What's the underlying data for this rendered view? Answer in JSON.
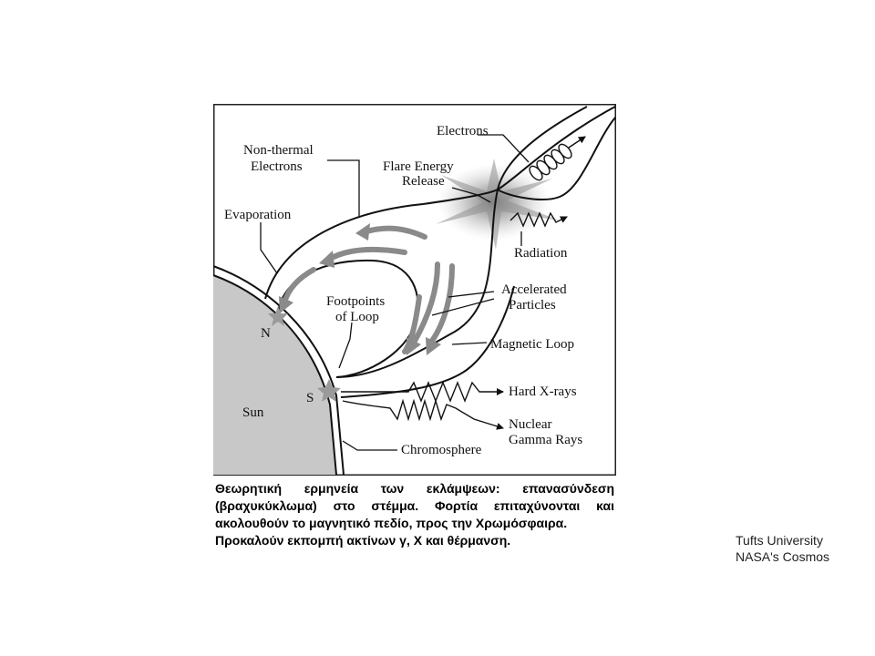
{
  "diagram": {
    "labels": {
      "electrons": "Electrons",
      "non_thermal_line1": "Non-thermal",
      "non_thermal_line2": "Electrons",
      "flare_line1": "Flare Energy",
      "flare_line2": "Release",
      "evaporation": "Evaporation",
      "radiation": "Radiation",
      "accelerated_line1": "Accelerated",
      "accelerated_line2": "Particles",
      "footpoints_line1": "Footpoints",
      "footpoints_line2": "of Loop",
      "magnetic_loop": "Magnetic Loop",
      "n": "N",
      "s": "S",
      "hard_xrays": "Hard X-rays",
      "sun": "Sun",
      "nuclear_line1": "Nuclear",
      "nuclear_line2": "Gamma Rays",
      "chromosphere": "Chromosphere"
    },
    "colors": {
      "sun_fill": "#c8c8c8",
      "arrow_gray": "#8a8a8a",
      "line": "#111111"
    }
  },
  "caption": {
    "paragraph1": "Θεωρητική ερμηνεία των εκλάμψεων: επανασύνδεση (βραχυκύκλωμα) στο στέμμα. Φορτία επιταχύνονται και ακολουθούν το μαγνητικό πεδίο, προς την Χρωμόσφαιρα.",
    "paragraph2": "Προκαλούν εκπομπή ακτίνων γ, Χ και θέρμανση."
  },
  "credits": {
    "line1": "Tufts University",
    "line2": "NASA's Cosmos"
  }
}
